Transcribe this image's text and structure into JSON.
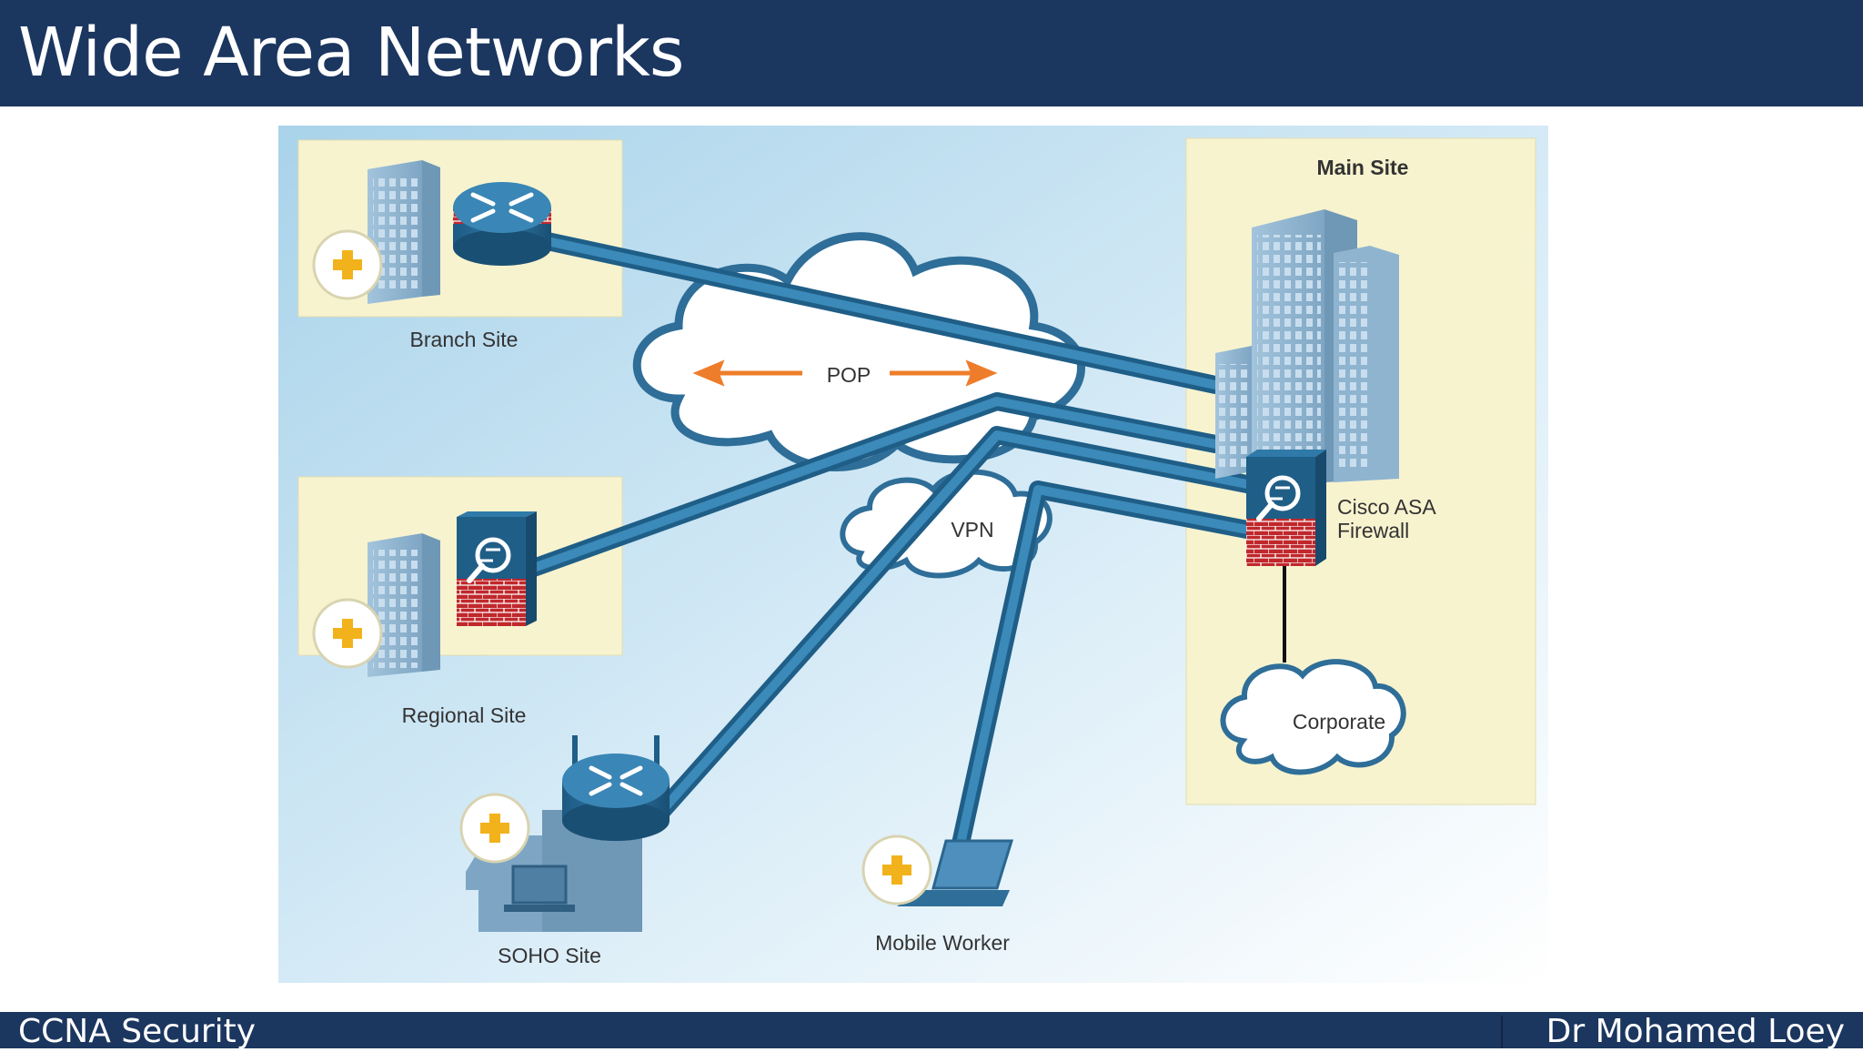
{
  "slide": {
    "title": "Wide Area Networks",
    "footer_left": "CCNA Security",
    "footer_right": "Dr Mohamed Loey"
  },
  "diagram": {
    "labels": {
      "branch_site": "Branch Site",
      "regional_site": "Regional Site",
      "soho_site": "SOHO Site",
      "mobile_worker": "Mobile Worker",
      "main_site": "Main Site",
      "pop": "POP",
      "vpn": "VPN",
      "firewall_line1": "Cisco ASA",
      "firewall_line2": "Firewall",
      "corporate": "Corporate"
    },
    "icons": [
      "building-icon",
      "router-icon",
      "firewall-icon",
      "laptop-icon",
      "cloud-icon",
      "plus-badge-icon"
    ],
    "colors": {
      "header": "#1b365f",
      "site_panel": "#f7f3cf",
      "link": "#2e6e98",
      "arrow": "#ee7d2b",
      "firewall_brick": "#b8262a",
      "badge_plus": "#f2b21b"
    }
  }
}
